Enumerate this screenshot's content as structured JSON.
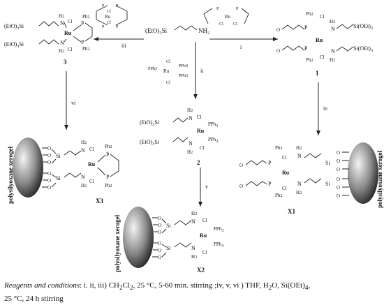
{
  "scheme": {
    "start_material": {
      "left": "(EtO)",
      "sub": "3",
      "mid": "Si",
      "right": "NH",
      "sub2": "2"
    },
    "common": {
      "Ru": "Ru",
      "Cl": "Cl",
      "P": "P",
      "Ph2": "Ph",
      "two": "2",
      "H2": "H",
      "N": "N",
      "PPh3": "PPh",
      "three": "3",
      "O": "O",
      "Si": "Si",
      "SiOEt3_a": "Si(OEt)",
      "EtO3Si": "(EtO)"
    },
    "compounds": {
      "c1": "1",
      "c2": "2",
      "c3": "3",
      "x1": "X1",
      "x2": "X2",
      "x3": "X3"
    },
    "arrows": {
      "i": "i",
      "ii": "ii",
      "iii": "iii",
      "iv": "iv",
      "v": "v",
      "vi": "vi"
    },
    "gel_label": "polysilyoxane xerogel"
  },
  "caption": {
    "lead": "Reagents and conditions",
    "line1_rest": ": i. ii, iii) CH",
    "line1_sub1": "2",
    "line1_cl": "Cl",
    "line1_sub2": "2",
    "line1_tail": ", 25 °C, 5-60 min. stirring ;iv, v, vi ) THF, H",
    "line1_h2o_sub": "2",
    "line1_o": "O, Si(OEt)",
    "line1_sub3": "4",
    "line1_comma": ",",
    "line2": "25 °C, 24 h stirring"
  }
}
